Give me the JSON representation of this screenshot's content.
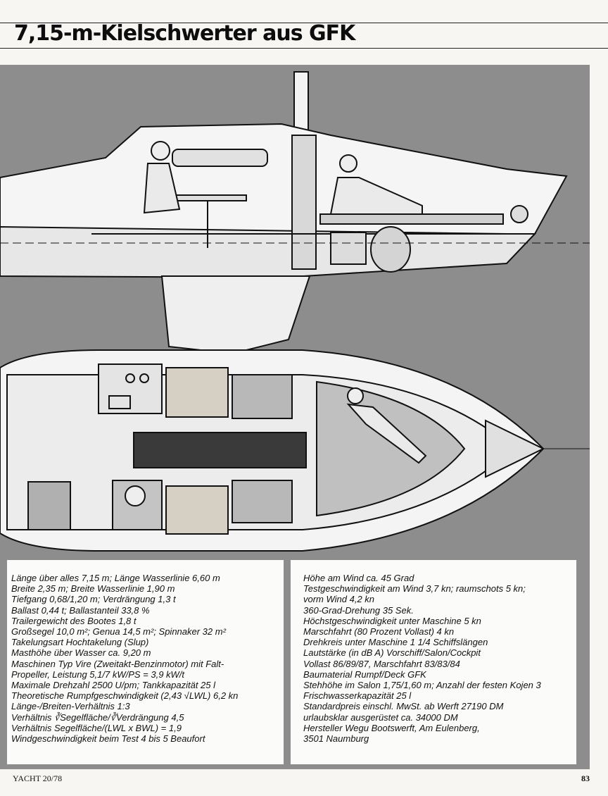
{
  "article": {
    "title": "7,15-m-Kielschwerter aus GFK"
  },
  "specs_left": [
    "Länge über alles 7,15 m; Länge Wasserlinie 6,60 m",
    "Breite 2,35 m; Breite Wasserlinie 1,90 m",
    "Tiefgang 0,68/1,20 m; Verdrängung 1,3 t",
    "Ballast 0,44 t; Ballastanteil 33,8 %",
    "Trailergewicht des Bootes 1,8 t",
    "Großsegel 10,0 m²; Genua 14,5 m²; Spinnaker 32 m²",
    "Takelungsart Hochtakelung (Slup)",
    "Masthöhe über Wasser ca. 9,20 m",
    "Maschinen Typ Vire (Zweitakt-Benzinmotor) mit Falt-",
    "Propeller, Leistung 5,1/7 kW/PS = 3,9 kW/t",
    "Maximale Drehzahl 2500 U/pm; Tankkapazität 25 l",
    "Theoretische Rumpfgeschwindigkeit (2,43 √LWL) 6,2 kn",
    "Länge-/Breiten-Verhältnis 1:3",
    "Verhältnis ∛Segelfläche/∛Verdrängung 4,5",
    "Verhältnis Segelfläche/(LWL x BWL) = 1,9",
    "Windgeschwindigkeit beim Test 4 bis 5 Beaufort"
  ],
  "specs_right": [
    "Höhe am Wind ca. 45 Grad",
    "Testgeschwindigkeit am Wind 3,7 kn; raumschots 5 kn;",
    "vorm Wind 4,2 kn",
    "360-Grad-Drehung 35 Sek.",
    "Höchstgeschwindigkeit unter Maschine 5 kn",
    "Marschfahrt (80 Prozent Vollast) 4 kn",
    "Drehkreis unter Maschine 1 1/4 Schiffslängen",
    "Lautstärke (in dB A) Vorschiff/Salon/Cockpit",
    "Vollast 86/89/87, Marschfahrt 83/83/84",
    "Baumaterial Rumpf/Deck GFK",
    "Stehhöhe im Salon 1,75/1,60 m; Anzahl der festen Kojen 3",
    "Frischwasserkapazität 25 l",
    "Standardpreis einschl. MwSt. ab Werft 27190 DM",
    "urlaubsklar ausgerüstet ca. 34000 DM",
    "Hersteller Wegu Bootswerft, Am Eulenberg,",
    "3501 Naumburg"
  ],
  "footer": {
    "magazine": "YACHT  20/78",
    "page_number": "83"
  }
}
